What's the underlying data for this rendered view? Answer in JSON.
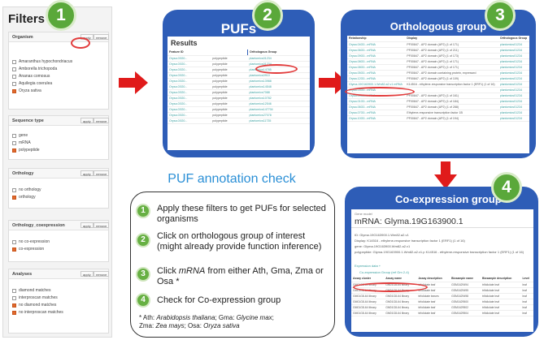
{
  "filters": {
    "title": "Filters",
    "apply": "apply",
    "remove": "remove",
    "organism": {
      "head": "Organism",
      "items": [
        {
          "label": "Amaranthus hypochondriacus",
          "checked": false
        },
        {
          "label": "Amborella trichopoda",
          "checked": false
        },
        {
          "label": "Ananas comosus",
          "checked": false
        },
        {
          "label": "Aquilegia coerulea",
          "checked": false
        },
        {
          "label": "Oryza sativa",
          "checked": true
        }
      ]
    },
    "sequence_type": {
      "head": "Sequence type",
      "items": [
        {
          "label": "gene",
          "checked": false
        },
        {
          "label": "mRNA",
          "checked": false
        },
        {
          "label": "polypeptide",
          "checked": true
        }
      ]
    },
    "orthology": {
      "head": "Orthology",
      "items": [
        {
          "label": "no orthology",
          "checked": false
        },
        {
          "label": "orthology",
          "checked": true
        }
      ]
    },
    "coexpression": {
      "head": "Orthology_coexpression",
      "items": [
        {
          "label": "no co-expression",
          "checked": false
        },
        {
          "label": "co-expression",
          "checked": true
        }
      ]
    },
    "analyses": {
      "head": "Analyses",
      "items": [
        {
          "label": "diamond matches",
          "checked": false
        },
        {
          "label": "interproscan matches",
          "checked": false
        },
        {
          "label": "no diamond matches",
          "checked": true
        },
        {
          "label": "no interproscan matches",
          "checked": true
        }
      ]
    }
  },
  "badges": [
    "1",
    "2",
    "3",
    "4"
  ],
  "pufs": {
    "title": "PUFs",
    "results": "Results",
    "col1": "Feature ID",
    "col2": "Orthologous Group",
    "rows": [
      [
        "Orysa.03G0...",
        "polypeptide",
        "plantomics01234"
      ],
      [
        "Orysa.03G0...",
        "polypeptide",
        "plantomics01234"
      ],
      [
        "Orysa.03G0...",
        "polypeptide",
        "plantomics14785"
      ],
      [
        "Orysa.03G0...",
        "polypeptide",
        "plantomics0910"
      ],
      [
        "Orysa.03G0...",
        "polypeptide",
        "plantomics13988"
      ],
      [
        "Orysa.03G0...",
        "polypeptide",
        "plantomics14548"
      ],
      [
        "Orysa.03G0...",
        "polypeptide",
        "plantomics7088"
      ],
      [
        "Orysa.03G0...",
        "polypeptide",
        "plantomics10782"
      ],
      [
        "Orysa.03G0...",
        "polypeptide",
        "plantomics12546"
      ],
      [
        "Orysa.03G0...",
        "polypeptide",
        "plantomics147704"
      ],
      [
        "Orysa.03G0...",
        "polypeptide",
        "plantomics27078"
      ],
      [
        "Orysa.03G0...",
        "polypeptide",
        "plantomics11735"
      ]
    ]
  },
  "ortho": {
    "title": "Orthologous group",
    "cols": [
      "Relationship",
      "Display",
      "Orthologous Group"
    ],
    "rows": [
      [
        "Orysa.04G0...mRNA",
        "PF00847 - AP2 domain (AP2) (1 of 171)",
        "plantomics01234"
      ],
      [
        "Orysa.06G0...mRNA",
        "PF00847 - AP2 domain (AP2) (1 of 211)",
        "plantomics01234"
      ],
      [
        "Orysa.09G0...mRNA",
        "PF00847 - AP2 domain (AP2) (1 of 173)",
        "plantomics01234"
      ],
      [
        "Orysa.08G0...mRNA",
        "PF00847 - AP2 domain (AP2) (1 of 171)",
        "plantomics01234"
      ],
      [
        "Orysa.08G0...mRNA",
        "PF00847 - AP2 domain (AP2) (1 of 171)",
        "plantomics01234"
      ],
      [
        "Orysa.05G0...mRNA",
        "PF00847 - AP2 domain containing protein, expressed",
        "plantomics01234"
      ],
      [
        "Orysa.12G0...mRNA",
        "PF00847 - AP2 domain (AP2) (1 of 109)",
        "plantomics01234"
      ],
      [
        "Glyma.19G163900.1.Wm82.a2.v1 mRNA",
        "K14516 - ethylene-responsive transcription factor 1 (ERF1) (1 of 16)",
        "plantomics01234"
      ],
      [
        "Orysa.03G0...mRNA",
        "",
        "plantomics01234"
      ],
      [
        "Orysa.04G0...mRNA",
        "PF00847 - AP2 domain (AP2) (1 of 161)",
        "plantomics01234"
      ],
      [
        "Orysa.01G0...mRNA",
        "PF00847 - AP2 domain (AP2) (1 of 184)",
        "plantomics01234"
      ],
      [
        "Orysa.06G0...mRNA",
        "PF00847 - AP2 domain (AP2) (1 of 288)",
        "plantomics01234"
      ],
      [
        "Orysa.07G0...mRNA",
        "Ethylene-responsive transcription factor 1B",
        "plantomics01234"
      ],
      [
        "Orysa.10G0...mRNA",
        "PF00847 - AP2 domain (AP2) (1 of 194)",
        "plantomics01234"
      ]
    ]
  },
  "coexp": {
    "title": "Co-expression group",
    "small": "Gene model",
    "heading": "mRNA: Glyma.19G163900.1",
    "id_line": "ID: Glyma.19G163900.1.Wm82.a2.v1",
    "display_line": "Display: K14516 - ethylene-responsive transcription factor 1 (ERF1) (1 of 16)",
    "gene_line": "gene: Glyma.19G163900.Wm82.a2.v1",
    "polypeptide_line": "polypeptide: Glyma.19G163900.1.Wm82.a2.v1.p  K14516 - ethylene-responsive transcription factor 1 (ERF1) (1 of 16)",
    "link1": "Expression data +",
    "link2": "Co-expression Group (ref Gm 2-4)",
    "cols": [
      "Assay cluster",
      "Assay name",
      "Assay description",
      "Biosample name",
      "Biosample description",
      "Level"
    ],
    "rows": [
      [
        "GM01G8-64 library",
        "GM01G8-64 library",
        "trifoliolate leaf",
        "GSM1629494",
        "trifoliolate leaf",
        "leaf"
      ],
      [
        "GM01G8-64 library",
        "GM01G8-64 library",
        "trifoliolate leaf",
        "GSM1629495",
        "trifoliolate leaf",
        "leaf"
      ],
      [
        "GM01G8-64 library",
        "GM01G8-64 library",
        "trifoliolate leaves",
        "GSM1629498",
        "trifoliolate leaf",
        "leaf"
      ],
      [
        "GM01G8-64 library",
        "GM01G8-64 library",
        "trifoliolate leaf",
        "GSM1629500",
        "trifoliolate leaf",
        "leaf"
      ],
      [
        "GM01G8-64 library",
        "GM01G8-64 library",
        "trifoliolate leaf",
        "GSM1629502",
        "trifoliolate leaf",
        "leaf"
      ],
      [
        "GM01G8-64 library",
        "GM01G8-64 library",
        "trifoliolate leaf",
        "GSM1629504",
        "trifoliolate leaf",
        "leaf"
      ]
    ]
  },
  "check": {
    "title": "PUF annotation check",
    "steps": [
      {
        "n": "1",
        "text": "Apply these filters to get PUFs for selected organisms"
      },
      {
        "n": "2",
        "text": "Click on orthologous group of interest (might already provide function inference)"
      },
      {
        "n": "3",
        "pre": "Click ",
        "em": "mRNA",
        "post": " from either Ath, Gma, Zma or Osa *"
      },
      {
        "n": "4",
        "text": "Check for Co-expression group"
      }
    ],
    "note": {
      "a": "* Ath: ",
      "a_it": "Arabidopsis thaliana",
      "b": "; Gma: ",
      "b_it": "Glycine max",
      "c": ";",
      "d": "Zma: ",
      "d_it": "Zea mays",
      "e": "; Osa: ",
      "e_it": "Oryza sativa"
    }
  },
  "colors": {
    "badge": "#5aa83a",
    "panel": "#2e5db7",
    "arrow": "#e01b1b",
    "title": "#2a8fd6",
    "checked": "#e0692d"
  }
}
